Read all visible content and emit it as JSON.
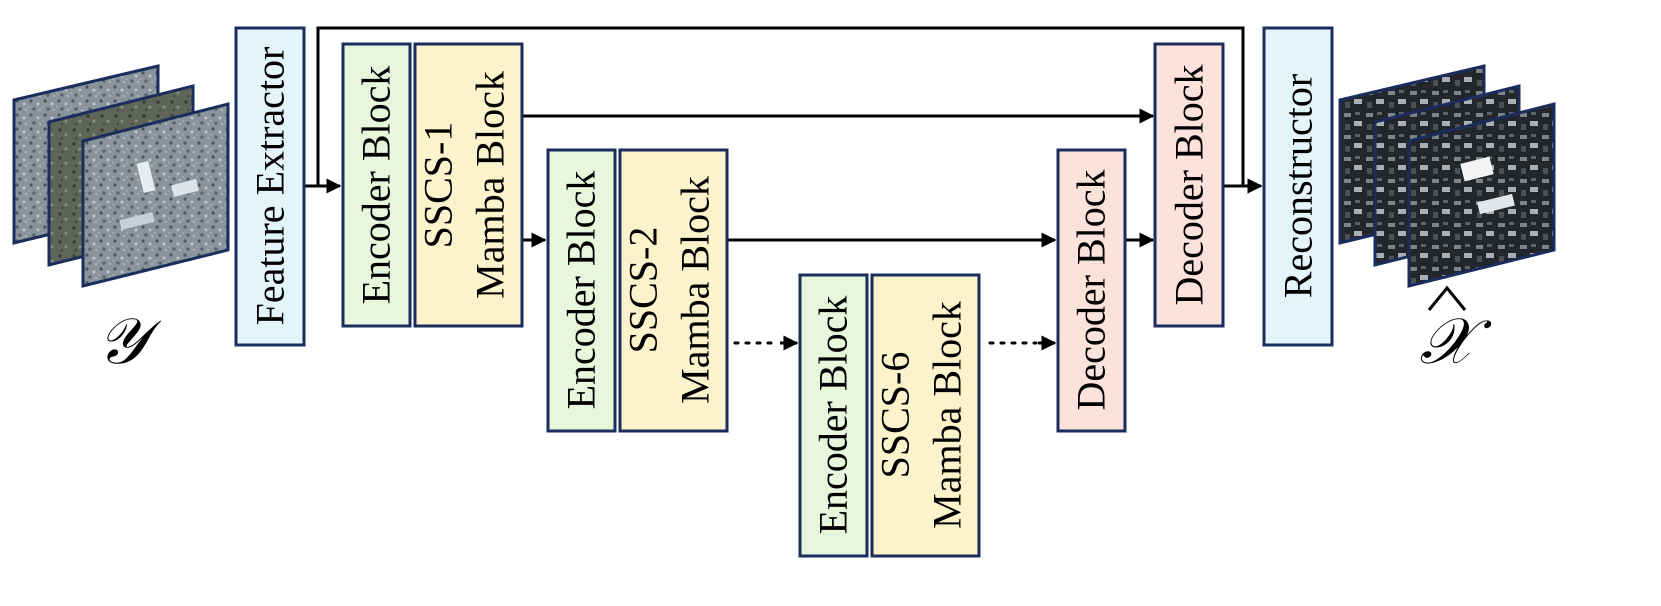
{
  "labels": {
    "feature_extractor": "Feature Extractor",
    "encoder_block": "Encoder Block",
    "ssc1_line1": "SSCS-1",
    "ssc2_line1": "SSCS-2",
    "ssc6_line1": "SSCS-6",
    "mamba_line2": "Mamba Block",
    "decoder_block": "Decoder Block",
    "reconstructor": "Reconstructor",
    "input_symbol": "𝒴",
    "output_symbol": "𝒳"
  },
  "colors": {
    "feature_extractor_fill": "#e3f4fb",
    "encoder_fill": "#e6f7dc",
    "mamba_fill": "#fcf3cc",
    "decoder_fill": "#fbe3dc",
    "reconstructor_fill": "#e3f4fb",
    "border": "#1a2d5c"
  },
  "icons": {
    "input": "satellite-image-stack-noisy-icon",
    "output": "satellite-image-stack-clean-icon"
  }
}
